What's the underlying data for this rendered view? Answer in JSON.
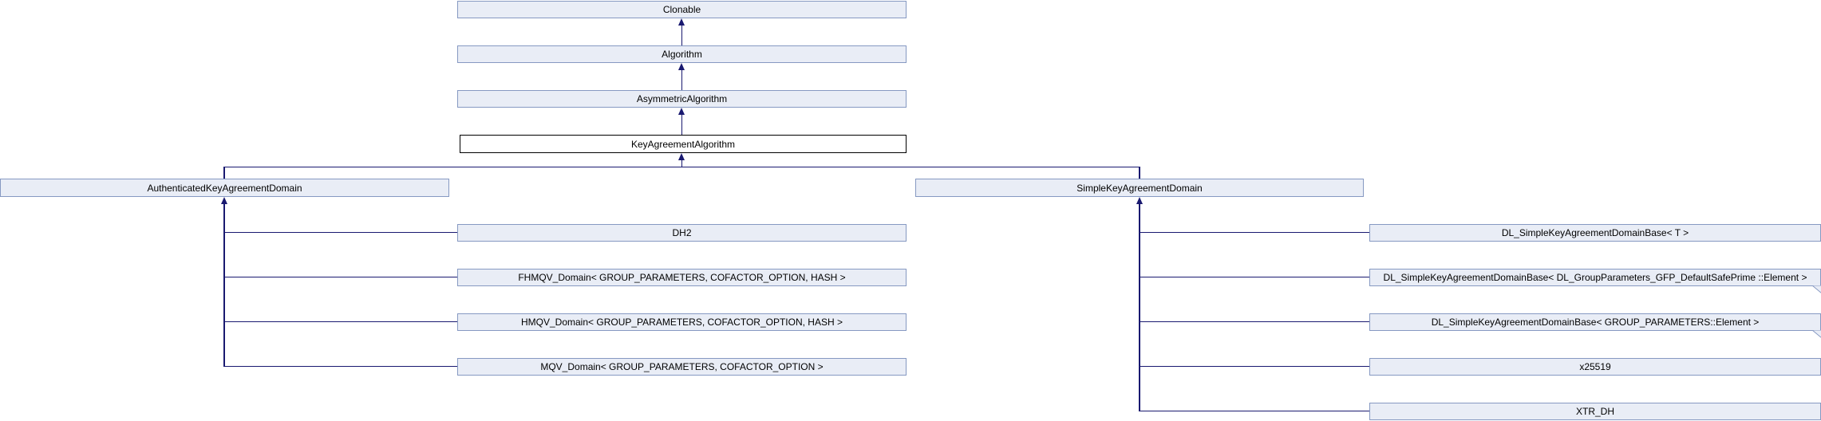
{
  "colors": {
    "background": "#FFFFFF",
    "node_fill": "#E9EDF6",
    "node_border": "#8699C2",
    "focus_fill": "#FFFFFF",
    "focus_border": "#000000",
    "edge": "#191970",
    "text": "#000000"
  },
  "nodes": {
    "clonable": "Clonable",
    "algorithm": "Algorithm",
    "asymmetric_algorithm": "AsymmetricAlgorithm",
    "key_agreement_algorithm": "KeyAgreementAlgorithm",
    "authenticated_key_agreement_domain": "AuthenticatedKeyAgreementDomain",
    "simple_key_agreement_domain": "SimpleKeyAgreementDomain",
    "dh2": "DH2",
    "fhmqv_domain": "FHMQV_Domain< GROUP_PARAMETERS, COFACTOR_OPTION, HASH >",
    "hmqv_domain": "HMQV_Domain< GROUP_PARAMETERS, COFACTOR_OPTION, HASH >",
    "mqv_domain": "MQV_Domain< GROUP_PARAMETERS, COFACTOR_OPTION >",
    "dl_skadb_t": "DL_SimpleKeyAgreementDomainBase< T >",
    "dl_skadb_gfp": "DL_SimpleKeyAgreementDomainBase< DL_GroupParameters_GFP_DefaultSafePrime ::Element >",
    "dl_skadb_group": "DL_SimpleKeyAgreementDomainBase< GROUP_PARAMETERS::Element >",
    "x25519": "x25519",
    "xtr_dh": "XTR_DH"
  },
  "edges": [
    {
      "child": "Algorithm",
      "parent": "Clonable"
    },
    {
      "child": "AsymmetricAlgorithm",
      "parent": "Algorithm"
    },
    {
      "child": "KeyAgreementAlgorithm",
      "parent": "AsymmetricAlgorithm"
    },
    {
      "child": "AuthenticatedKeyAgreementDomain",
      "parent": "KeyAgreementAlgorithm"
    },
    {
      "child": "SimpleKeyAgreementDomain",
      "parent": "KeyAgreementAlgorithm"
    },
    {
      "child": "DH2",
      "parent": "AuthenticatedKeyAgreementDomain"
    },
    {
      "child": "FHMQV_Domain< GROUP_PARAMETERS, COFACTOR_OPTION, HASH >",
      "parent": "AuthenticatedKeyAgreementDomain"
    },
    {
      "child": "HMQV_Domain< GROUP_PARAMETERS, COFACTOR_OPTION, HASH >",
      "parent": "AuthenticatedKeyAgreementDomain"
    },
    {
      "child": "MQV_Domain< GROUP_PARAMETERS, COFACTOR_OPTION >",
      "parent": "AuthenticatedKeyAgreementDomain"
    },
    {
      "child": "DL_SimpleKeyAgreementDomainBase< T >",
      "parent": "SimpleKeyAgreementDomain"
    },
    {
      "child": "DL_SimpleKeyAgreementDomainBase< DL_GroupParameters_GFP_DefaultSafePrime ::Element >",
      "parent": "SimpleKeyAgreementDomain"
    },
    {
      "child": "DL_SimpleKeyAgreementDomainBase< GROUP_PARAMETERS::Element >",
      "parent": "SimpleKeyAgreementDomain"
    },
    {
      "child": "x25519",
      "parent": "SimpleKeyAgreementDomain"
    },
    {
      "child": "XTR_DH",
      "parent": "SimpleKeyAgreementDomain"
    }
  ]
}
